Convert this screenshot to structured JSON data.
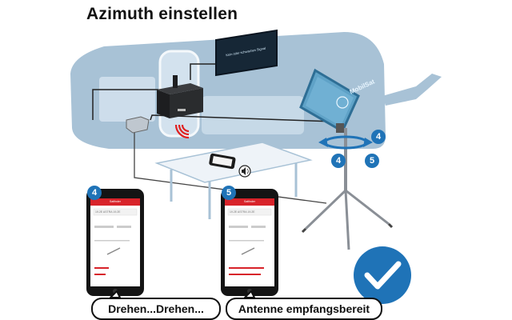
{
  "title": "Azimuth einstellen",
  "tv": {
    "caption": "Kein oder schwaches Signal"
  },
  "antenna": {
    "brand": "MobilSat"
  },
  "steps": [
    {
      "number": "4",
      "screen": {
        "header": "Satfinder",
        "field": "19.2E ASTRA 19.2E",
        "caption": "Drehen...Drehen..."
      }
    },
    {
      "number": "5",
      "screen": {
        "header": "Satfinder",
        "field": "19.2E ASTRA 19.2E",
        "caption": "Antenne empfangsbereit"
      }
    }
  ],
  "colors": {
    "badge": "#1f73b7",
    "caravan": "#a8c2d6",
    "phone_header": "#d8232a",
    "check": "#1f73b7",
    "signal_waves": "#e02020"
  },
  "icons": [
    "speaker-icon",
    "rotation-arrows-icon",
    "checkmark-icon",
    "signal-waves-icon"
  ]
}
